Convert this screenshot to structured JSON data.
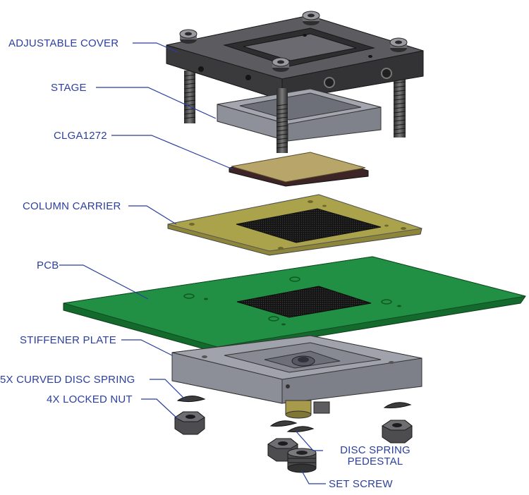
{
  "labels": {
    "adjustable_cover": "ADJUSTABLE COVER",
    "stage": "STAGE",
    "clga": "CLGA1272",
    "column_carrier": "COLUMN CARRIER",
    "pcb": "PCB",
    "stiffener_plate": "STIFFENER PLATE",
    "curved_disc_spring": "5X CURVED DISC SPRING",
    "locked_nut": "4X LOCKED NUT",
    "disc_spring_pedestal_1": "DISC SPRING",
    "disc_spring_pedestal_2": "PEDESTAL",
    "set_screw": "SET SCREW"
  },
  "colors": {
    "label_text": "#2b3f9f",
    "leader": "#2b3f9f",
    "cover": "#3a3a3d",
    "stage": "#8a8d96",
    "chip_top": "#b5a36a",
    "chip_base": "#3a2424",
    "carrier": "#a8a04a",
    "pcb": "#1f8a3f",
    "stiffener": "#8d909a",
    "hardware": "#555558"
  }
}
